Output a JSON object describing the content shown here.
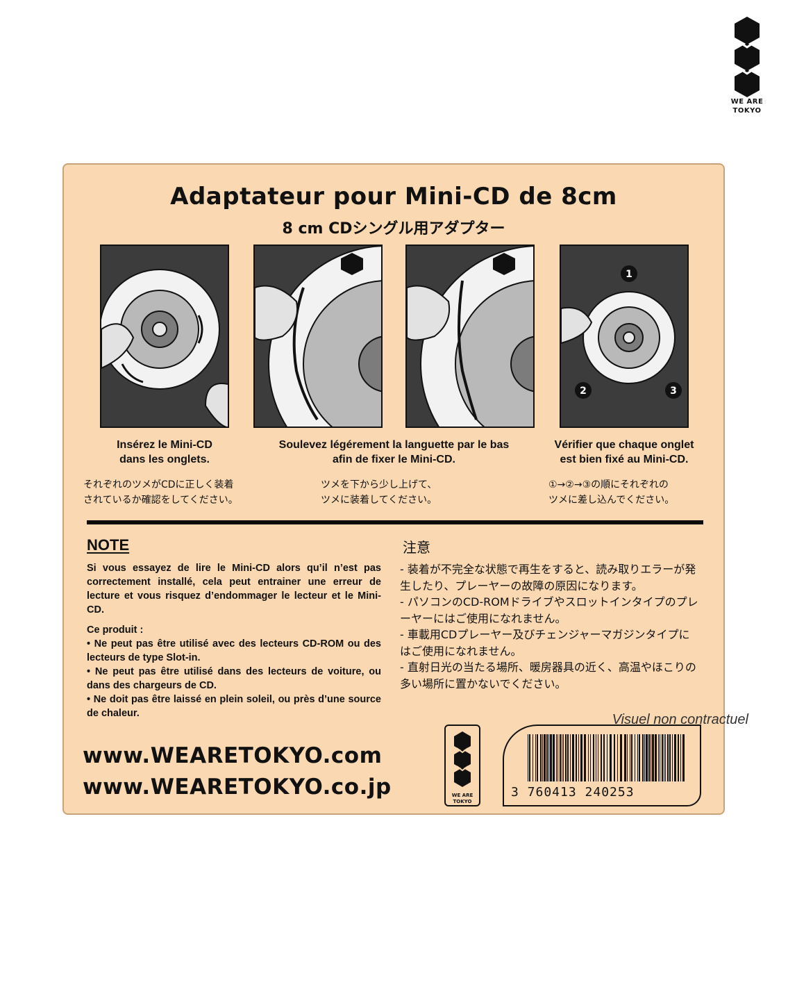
{
  "brand": {
    "logo_line1": "WE ARE",
    "logo_line2": "TOKYO"
  },
  "card": {
    "title": "Adaptateur pour Mini-CD de 8cm",
    "subtitle": "8 cm CDシングル用アダプター",
    "steps": [
      {
        "caption_fr_1": "Insérez le Mini-CD",
        "caption_fr_2": "dans les onglets.",
        "caption_jp_1": "それぞれのツメがCDに正しく装着",
        "caption_jp_2": "されているか確認をしてください。"
      },
      {
        "caption_fr_1": "Soulevez légérement la languette par le bas",
        "caption_fr_2": "afin de fixer le Mini-CD.",
        "caption_jp_1": "ツメを下から少し上げて、",
        "caption_jp_2": "ツメに装着してください。"
      },
      {
        "caption_fr_1": "Vérifier que chaque onglet",
        "caption_fr_2": "est bien fixé au Mini-CD.",
        "caption_jp_1": "①→②→③の順にそれぞれの",
        "caption_jp_2": "ツメに差し込んでください。"
      }
    ],
    "step_markers": [
      "1",
      "2",
      "3"
    ],
    "note": {
      "title": "NOTE",
      "fr_paragraph": "Si vous essayez de lire le Mini-CD alors qu’il n’est pas correctement installé, cela peut entrainer une erreur de lecture et vous risquez d’endommager le lecteur et le Mini-CD.",
      "fr_product_title": "Ce produit :",
      "fr_bullets": [
        "• Ne peut pas être utilisé avec des lecteurs CD-ROM ou des lecteurs de type Slot-in.",
        "• Ne peut pas être utilisé dans des lecteurs de voiture, ou dans des chargeurs de CD.",
        "• Ne doit pas être laissé en plein soleil, ou près d’une source de chaleur."
      ],
      "jp_title": "注意",
      "jp_lines": [
        "- 装着が不完全な状態で再生をすると、読み取りエラーが発生したり、プレーヤーの故障の原因になります。",
        "- パソコンのCD-ROMドライブやスロットインタイプのプレーヤーにはご使用になれません。",
        "- 車載用CDプレーヤー及びチェンジャーマガジンタイプにはご使用になれません。",
        "- 直射日光の当たる場所、暖房器具の近く、高温やほこりの多い場所に置かないでください。"
      ]
    },
    "urls": [
      "www.WEARETOKYO.com",
      "www.WEARETOKYO.co.jp"
    ],
    "barcode": "3 760413 240253"
  },
  "disclaimer": "Visuel non contractuel",
  "colors": {
    "card_bg": "#fad9b2",
    "card_border": "#c8a27a",
    "panel_bg": "#3c3c3c",
    "ink": "#111111"
  }
}
